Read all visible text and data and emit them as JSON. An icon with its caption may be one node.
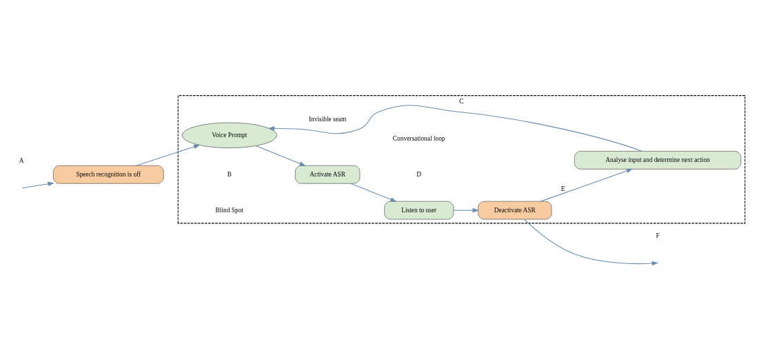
{
  "diagram": {
    "nodes": [
      {
        "text": [
          "C"
        ]
      },
      {
        "text": [
          "Speech recognition is off"
        ]
      },
      {
        "text": [
          "Voice Prompt"
        ],
        "in": 0
      },
      {
        "text": [
          "Activate ASR"
        ],
        "in": 0
      },
      {
        "text": [
          "Listen to user"
        ],
        "in": 0
      },
      {
        "text": [
          "Deactivate ASR"
        ],
        "in": 0
      },
      {
        "text": [
          "Analyse input and determine next action"
        ],
        "in": 0
      }
    ],
    "edges": [
      {
        "from": null,
        "to": 1,
        "arrow": "to"
      },
      {
        "from": 1,
        "to": 2,
        "arrow": "to"
      },
      {
        "from": 2,
        "to": 3,
        "arrow": "to"
      },
      {
        "from": 3,
        "to": 4,
        "arrow": "to"
      },
      {
        "from": 4,
        "to": 5,
        "arrow": "to"
      },
      {
        "from": 5,
        "to": null,
        "arrow": "to"
      },
      {
        "from": 5,
        "to": 6,
        "arrow": "to",
        "label": "E"
      },
      {
        "from": 6,
        "to": 2,
        "arrow": "to"
      }
    ],
    "labels": [
      "A",
      "B",
      "Invisible seam",
      "D",
      "F",
      "Conversational loop",
      "Blind Spot"
    ]
  }
}
